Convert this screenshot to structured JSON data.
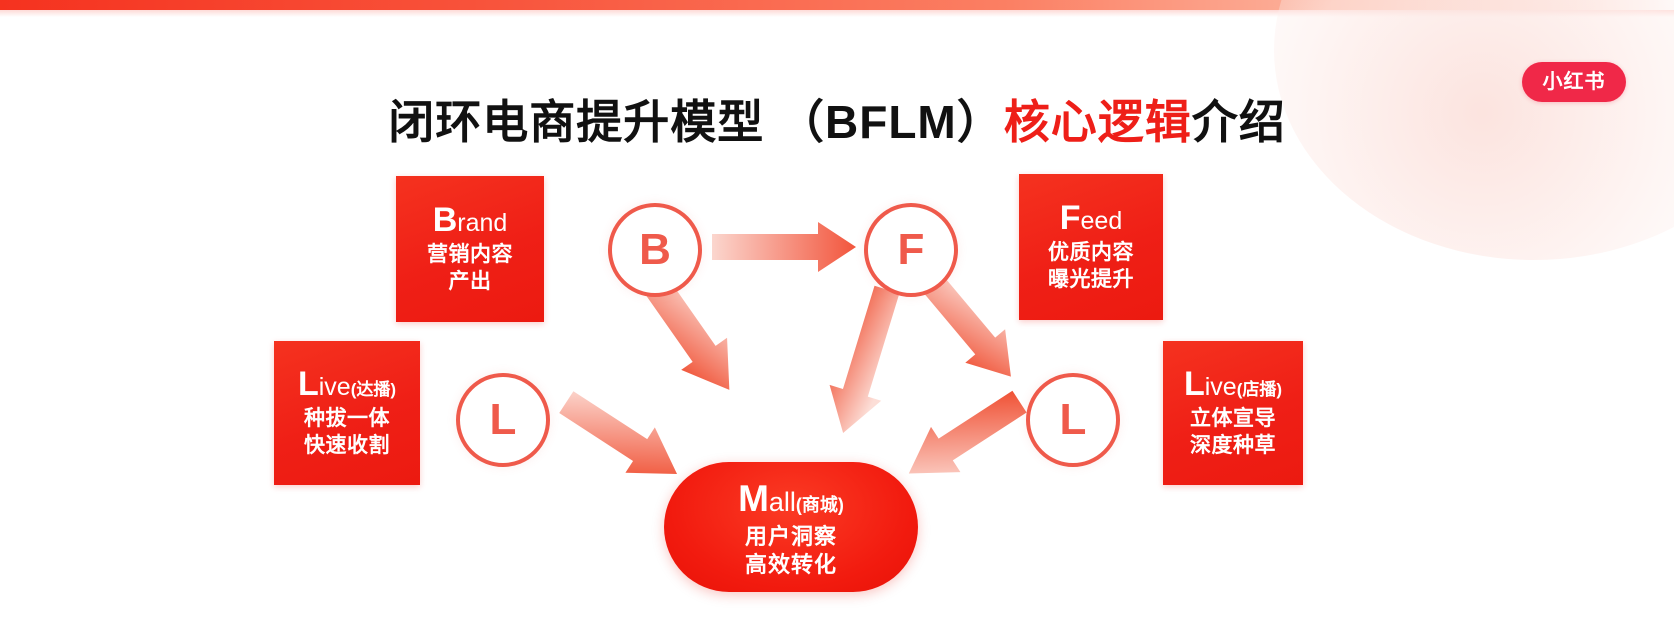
{
  "header": {
    "title_main_1": "闭环电商提升模型 （BFLM）",
    "title_highlight": "核心逻辑",
    "title_main_2": "介绍",
    "highlight_color": "#ee1f18",
    "brand_logo_label": "小红书",
    "brand_logo_color": "#f02848",
    "accent_color": "#f5321f"
  },
  "diagram": {
    "model_name": "BFLM",
    "boxes": [
      {
        "id": "brand",
        "initial": "B",
        "word_rest": "rand",
        "paren": "",
        "lines": [
          "营销内容",
          "产出"
        ]
      },
      {
        "id": "feed",
        "initial": "F",
        "word_rest": "eed",
        "paren": "",
        "lines": [
          "优质内容",
          "曝光提升"
        ]
      },
      {
        "id": "live-left",
        "initial": "L",
        "word_rest": "ive",
        "paren": "(达播)",
        "lines": [
          "种拔一体",
          "快速收割"
        ]
      },
      {
        "id": "live-right",
        "initial": "L",
        "word_rest": "ive",
        "paren": "(店播)",
        "lines": [
          "立体宣导",
          "深度种草"
        ]
      }
    ],
    "circles": [
      {
        "id": "b",
        "letter": "B"
      },
      {
        "id": "f",
        "letter": "F"
      },
      {
        "id": "l-left",
        "letter": "L"
      },
      {
        "id": "l-right",
        "letter": "L"
      }
    ],
    "center": {
      "initial": "M",
      "word_rest": "all",
      "paren": "(商城)",
      "lines": [
        "用户洞察",
        "高效转化"
      ]
    },
    "flows": [
      {
        "from": "B",
        "to": "F"
      },
      {
        "from": "B",
        "to": "Mall"
      },
      {
        "from": "F",
        "to": "L-right"
      },
      {
        "from": "F",
        "to": "Mall"
      },
      {
        "from": "L-left",
        "to": "Mall"
      },
      {
        "from": "L-right",
        "to": "Mall"
      }
    ]
  }
}
